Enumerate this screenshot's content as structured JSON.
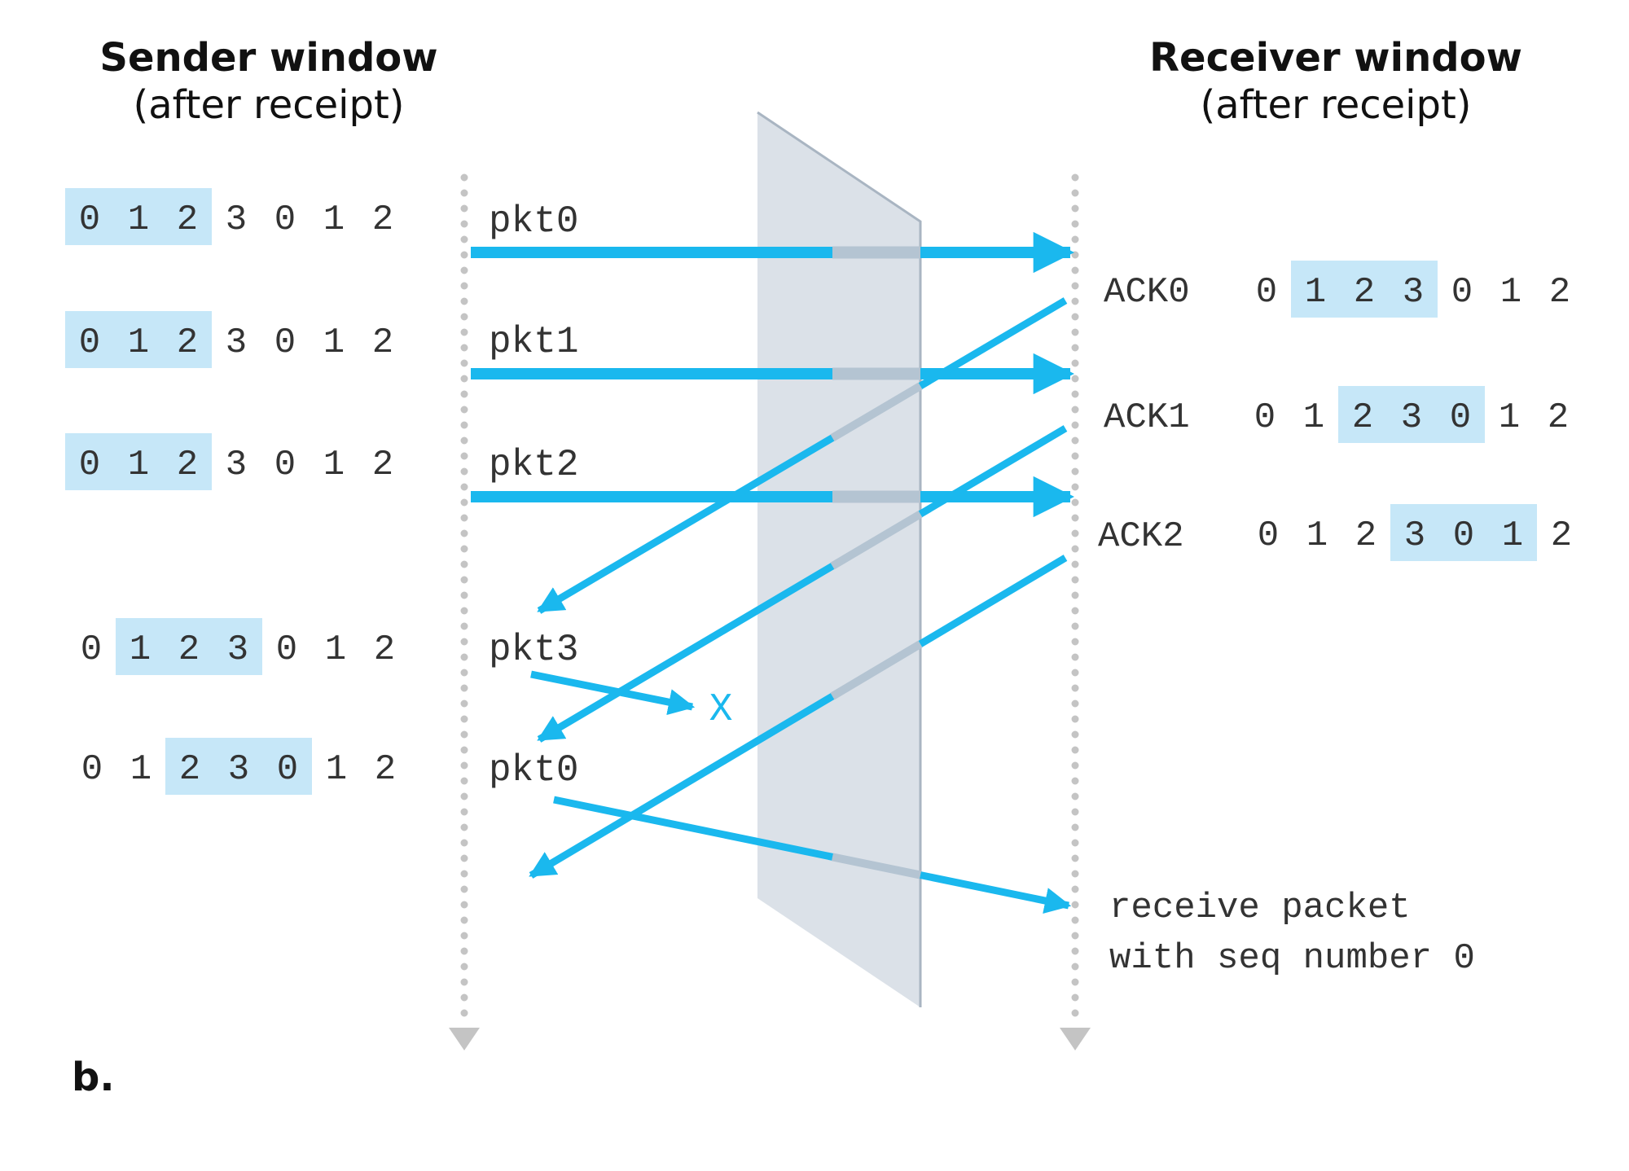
{
  "sender_header": {
    "title": "Sender window",
    "subtitle": "(after receipt)"
  },
  "receiver_header": {
    "title": "Receiver window",
    "subtitle": "(after receipt)"
  },
  "caption": "b.",
  "seq_numbers": [
    "0",
    "1",
    "2",
    "3",
    "0",
    "1",
    "2"
  ],
  "sender_windows": [
    {
      "highlight_start": 0,
      "highlight_len": 3
    },
    {
      "highlight_start": 0,
      "highlight_len": 3
    },
    {
      "highlight_start": 0,
      "highlight_len": 3
    },
    {
      "highlight_start": 1,
      "highlight_len": 3
    },
    {
      "highlight_start": 2,
      "highlight_len": 3
    }
  ],
  "receiver_windows": [
    {
      "highlight_start": 1,
      "highlight_len": 3
    },
    {
      "highlight_start": 2,
      "highlight_len": 3
    },
    {
      "highlight_start": 3,
      "highlight_len": 3
    }
  ],
  "packet_labels": [
    "pkt0",
    "pkt1",
    "pkt2",
    "pkt3",
    "pkt0"
  ],
  "ack_labels": [
    "ACK0",
    "ACK1",
    "ACK2"
  ],
  "lost_marker": "X",
  "receive_note": [
    "receive packet",
    "with seq number 0"
  ],
  "colors": {
    "arrow": "#1ab8ee",
    "highlight": "#c6e7f8",
    "wall": "#dbe1e8",
    "wall_edge": "#a9b5c2",
    "dotted_line": "#c4c4c4",
    "text": "#333333"
  }
}
